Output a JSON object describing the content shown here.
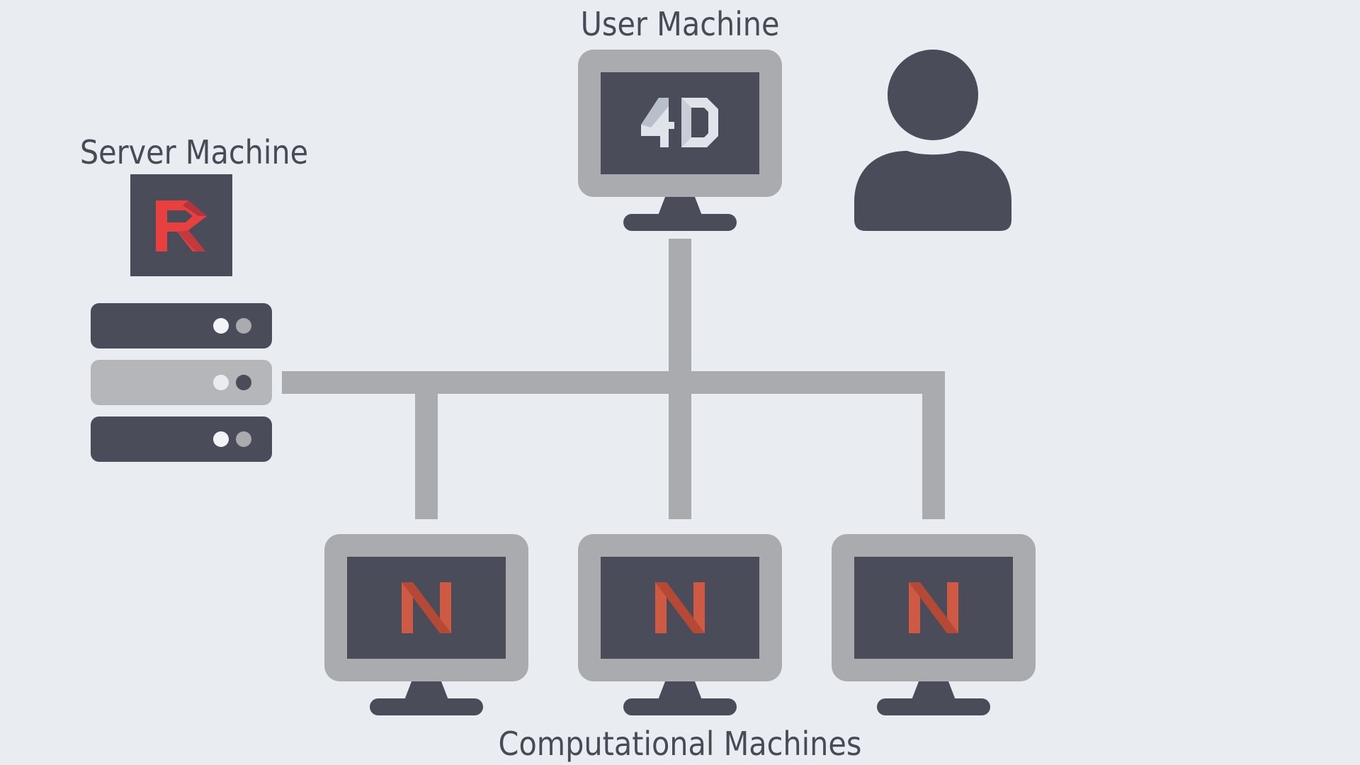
{
  "labels": {
    "user_machine": "User Machine",
    "server_machine": "Server Machine",
    "computational_machines": "Computational Machines"
  },
  "logos": {
    "user_screen": "4D",
    "server_app": "R",
    "compute_screen": "N"
  },
  "icons": {
    "user": "person-icon",
    "server": "server-rack-icon",
    "monitor": "monitor-icon"
  },
  "colors": {
    "background": "#e9ecf0",
    "dark": "#4a4d59",
    "frame_gray": "#a9abaf",
    "connector": "#a9abaf",
    "text": "#464b55",
    "logo_red": "#e8403f",
    "n_orange": "#cf5a43",
    "logo_4d": "#dfe3ea"
  }
}
